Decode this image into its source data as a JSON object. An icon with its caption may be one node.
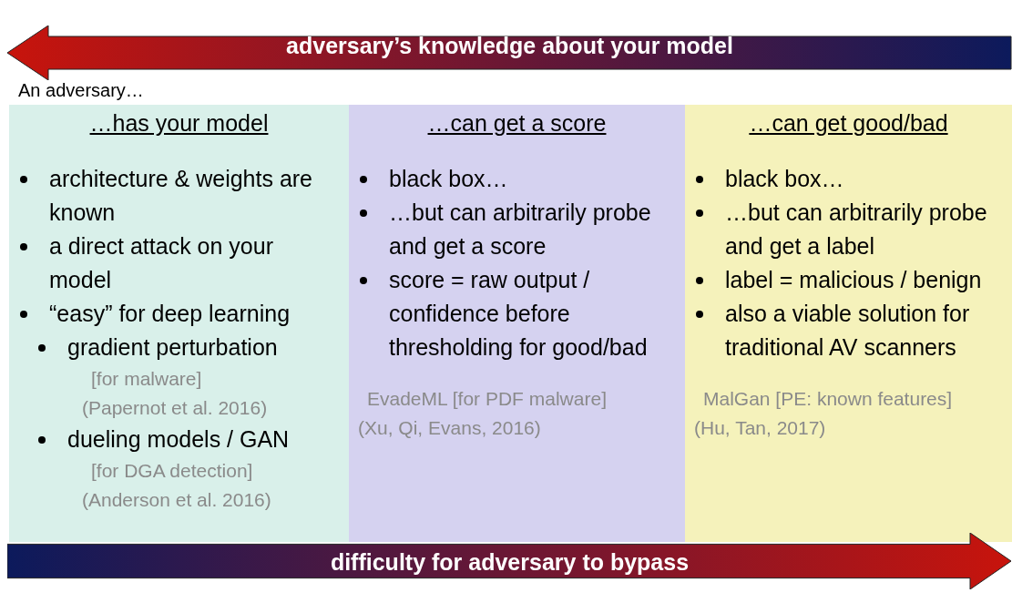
{
  "diagram": {
    "nodes": [
      {
        "text": [
          "adversary’s knowledge about your model"
        ]
      },
      {
        "text": [
          "…has your model",
          "architecture & weights are known",
          "a direct attack on your model",
          "“easy” for deep learning",
          "gradient perturbation",
          "[for malware]",
          "(Papernot et al. 2016)",
          "dueling models / GAN",
          "[for DGA detection]",
          "(Anderson et al. 2016)"
        ]
      },
      {
        "text": [
          "…can get a score",
          "black box…",
          "…but can arbitrarily probe and get a score",
          "score = raw output / confidence before thresholding for good/bad",
          "EvadeML [for PDF malware]",
          "(Xu, Qi, Evans, 2016)"
        ]
      },
      {
        "text": [
          "…can get good/bad",
          "black box…",
          "…but can arbitrarily probe and get a label",
          "label = malicious / benign",
          "also a viable solution for traditional AV scanners",
          "MalGan [PE: known features]",
          "(Hu, Tan, 2017)"
        ]
      },
      {
        "text": [
          "difficulty for adversary to bypass"
        ]
      }
    ],
    "labels": [
      "An adversary…"
    ]
  }
}
